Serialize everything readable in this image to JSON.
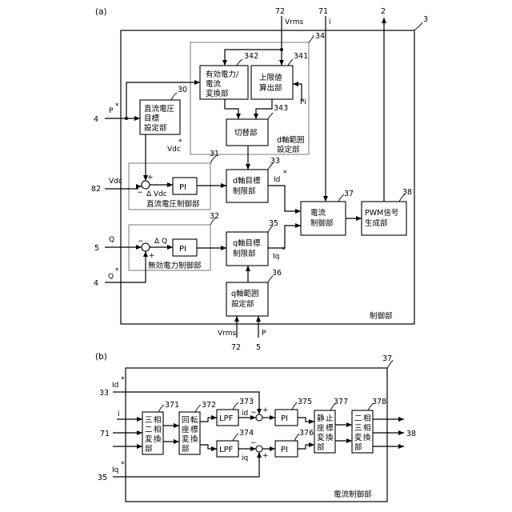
{
  "fig_a": {
    "label": "(a)",
    "controller": {
      "ref": "3",
      "name": "制御部"
    },
    "dc_voltage_target_setting": {
      "ref": "30",
      "lines": [
        "直流電圧",
        "目標",
        "設定部"
      ]
    },
    "dc_voltage_control": {
      "ref": "31",
      "name": "直流電圧制御部",
      "pi": "PI",
      "delta": "Δ Vdc"
    },
    "reactive_power_control": {
      "ref": "32",
      "name": "無効電力制御部",
      "pi": "PI",
      "delta": "Δ Q"
    },
    "d_axis_range_setting": {
      "ref": "34",
      "lines": [
        "d軸範囲",
        "設定部"
      ]
    },
    "active_power_converter": {
      "ref": "342",
      "lines": [
        "有効電力/",
        "電流",
        "変換部"
      ]
    },
    "upper_limit_calc": {
      "ref": "341",
      "lines": [
        "上限値",
        "算出部"
      ]
    },
    "switching": {
      "ref": "343",
      "name": "切替部"
    },
    "d_axis_target_limit": {
      "ref": "33",
      "lines": [
        "d軸目標",
        "制限部"
      ]
    },
    "q_axis_target_limit": {
      "ref": "35",
      "lines": [
        "q軸目標",
        "制限部"
      ]
    },
    "q_axis_range_setting": {
      "ref": "36",
      "lines": [
        "q軸範囲",
        "設定部"
      ]
    },
    "current_control": {
      "ref": "37",
      "lines": [
        "電流",
        "制御部"
      ]
    },
    "pwm_generation": {
      "ref": "38",
      "lines": [
        "PWM信号",
        "生成部"
      ]
    },
    "signals": {
      "p_star": "P",
      "vdc_star": "Vdc",
      "vdc": "Vdc",
      "q": "Q",
      "q_star": "Q",
      "id_star": "Id",
      "iq_star": "Iq",
      "vrms": "Vrms",
      "i": "i",
      "p": "P",
      "pi_limit": "Pi",
      "star": "*",
      "sub_dc": "dc",
      "sub_rms": "rms",
      "sub_i": "i"
    },
    "refs": {
      "r4a": "4",
      "r82": "82",
      "r5a": "5",
      "r4b": "4",
      "r72top": "72",
      "r71top": "71",
      "r2": "2",
      "r72bot": "72",
      "r5bot": "5"
    }
  },
  "fig_b": {
    "label": "(b)",
    "current_controller": {
      "ref": "37",
      "name": "電流制御部"
    },
    "three_to_two": {
      "ref": "371",
      "chars": [
        "三",
        "相",
        "二",
        "相",
        "変",
        "換",
        "部"
      ]
    },
    "rotation": {
      "ref": "372",
      "chars": [
        "回",
        "転",
        "座",
        "標",
        "変",
        "換",
        "部"
      ]
    },
    "lpf_d": {
      "ref": "373",
      "name": "LPF"
    },
    "lpf_q": {
      "ref": "374",
      "name": "LPF"
    },
    "pi_d": {
      "ref": "375",
      "name": "PI"
    },
    "pi_q": {
      "ref": "376",
      "name": "PI"
    },
    "static": {
      "ref": "377",
      "chars": [
        "静",
        "止",
        "座",
        "標",
        "変",
        "換",
        "部"
      ]
    },
    "two_to_three": {
      "ref": "378",
      "chars": [
        "二",
        "相",
        "三",
        "相",
        "変",
        "換",
        "部"
      ]
    },
    "signals": {
      "id_star": "Id",
      "iq_star": "Iq",
      "i": "i",
      "id": "id",
      "iq": "iq",
      "star": "*"
    },
    "refs": {
      "r33": "33",
      "r71": "71",
      "r35": "35",
      "r38": "38"
    }
  }
}
